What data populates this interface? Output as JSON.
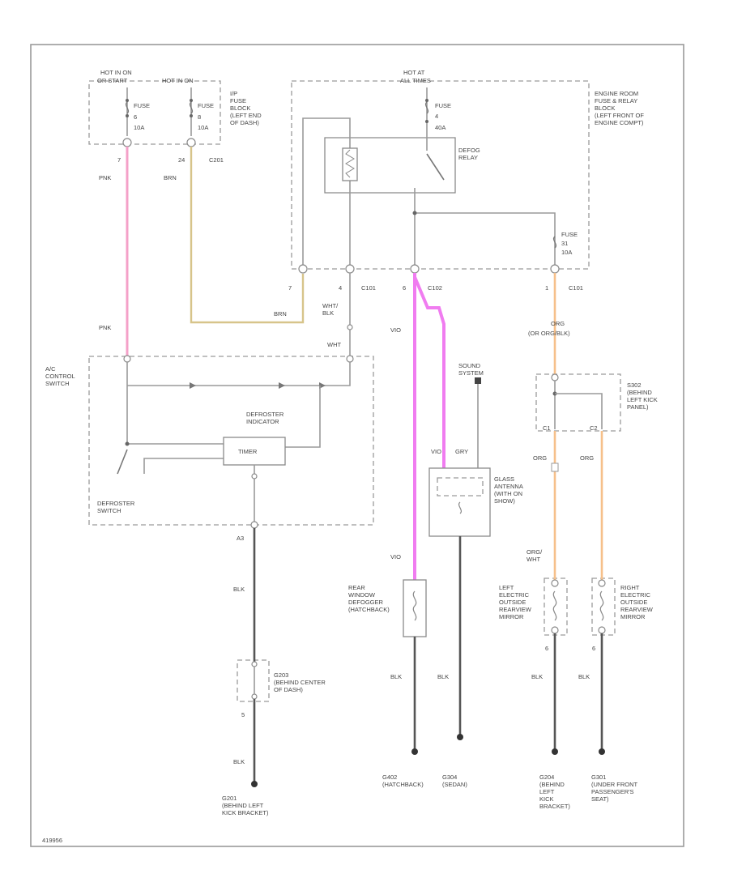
{
  "labels": {
    "hot_run": "HOT IN ON",
    "hot_run_sub": "OR START",
    "hot_run2": "HOT IN ON",
    "hot_all": "HOT AT",
    "hot_all_sub": "ALL TIMES",
    "fuse1": "FUSE",
    "fuse1_num": "6",
    "fuse1_amp": "10A",
    "fuse2": "FUSE",
    "fuse2_num": "8",
    "fuse2_amp": "10A",
    "fuse3": "FUSE",
    "fuse3_num": "4",
    "fuse3_amp": "40A",
    "ip_fuse_block": "I/P\nFUSE\nBLOCK\n(LEFT END\nOF DASH)",
    "engine_block": "ENGINE ROOM\nFUSE & RELAY\nBLOCK\n(LEFT FRONT OF\nENGINE COMPT)",
    "defog_relay": "DEFOG\nRELAY",
    "fuse4": "FUSE",
    "fuse4_num": "31",
    "fuse4_amp": "10A",
    "pin7a": "7",
    "pin24": "24",
    "c201": "C201",
    "wire_pnk": "PNK",
    "wire_brn": "BRN",
    "pin7b": "7",
    "pin4": "4",
    "c101": "C101",
    "pin6": "6",
    "c102": "C102",
    "pin1": "1",
    "c101b": "C101",
    "wht_blk": "WHT/\nBLK",
    "wht": "WHT",
    "pnk2": "PNK",
    "brn2": "BRN",
    "vio": "VIO",
    "org": "ORG",
    "org_alt": "(OR ORG/BLK)",
    "ac_switch": "A/C\nCONTROL\nSWITCH",
    "defroster_ind": "DEFROSTER\nINDICATOR",
    "timer": "TIMER",
    "defroster_sw": "DEFROSTER\nSWITCH",
    "pin_a3": "A3",
    "blk1": "BLK",
    "g203": "G203\n(BEHIND CENTER\nOF DASH)",
    "pin5": "5",
    "blk2": "BLK",
    "g201": "G201\n(BEHIND LEFT\nKICK BRACKET)",
    "sound_system": "SOUND\nSYSTEM",
    "vio2": "VIO",
    "gry": "GRY",
    "glass_antenna": "GLASS\nANTENNA\n(WITH ON\nSHOW)",
    "vio3": "VIO",
    "rear_defogger": "REAR\nWINDOW\nDEFOGGER\n(HATCHBACK)",
    "blk3": "BLK",
    "blk4": "BLK",
    "g402": "G402\n(HATCHBACK)",
    "g304": "G304\n(SEDAN)",
    "s302": "S302\n(BEHIND\nLEFT KICK\nPANEL)",
    "pin_c1": "C1",
    "pin_c2": "C2",
    "org2": "ORG",
    "org3": "ORG",
    "org_wht": "ORG/\nWHT",
    "left_mirror": "LEFT\nELECTRIC\nOUTSIDE\nREARVIEW\nMIRROR",
    "right_mirror": "RIGHT\nELECTRIC\nOUTSIDE\nREARVIEW\nMIRROR",
    "pin6b": "6",
    "pin6c": "6",
    "blk5": "BLK",
    "blk6": "BLK",
    "g204": "G204\n(BEHIND\nLEFT\nKICK\nBRACKET)",
    "g301": "G301\n(UNDER FRONT\nPASSENGER'S\nSEAT)",
    "footer": "419956"
  }
}
